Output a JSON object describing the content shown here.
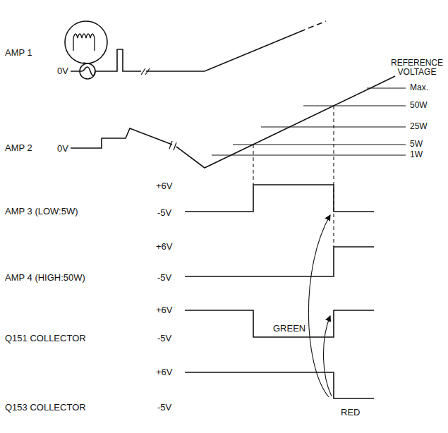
{
  "diagram": {
    "labels": [
      "AMP 1",
      "0V",
      "REFERENCE VOLTAGE",
      "Max.",
      "50W",
      "25W",
      "5W",
      "1W",
      "AMP 2",
      "0V",
      "+6V",
      "AMP 3 (LOW:5W)",
      "-5V",
      "+6V",
      "AMP 4 (HIGH:50W)",
      "-5V",
      "+6V",
      "Q151 COLLECTOR",
      "-5V",
      "GREEN",
      "+6V",
      "Q153 COLLECTOR",
      "-5V",
      "RED"
    ]
  }
}
